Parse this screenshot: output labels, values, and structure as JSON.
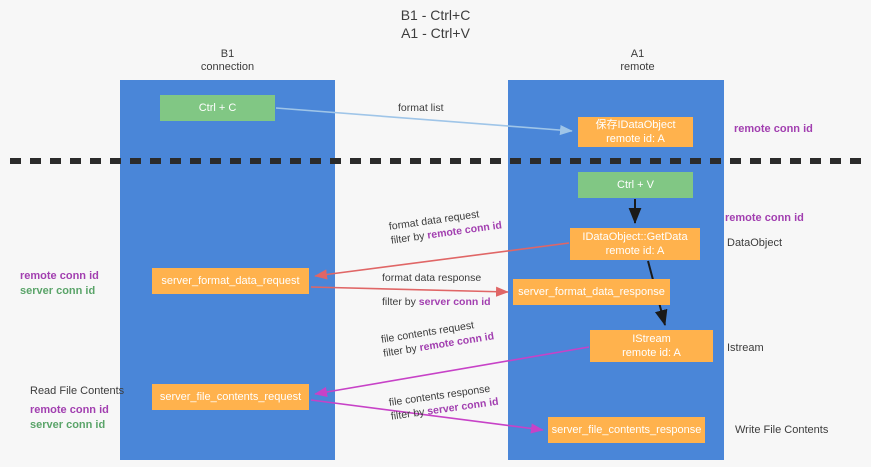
{
  "title": {
    "line1": "B1 - Ctrl+C",
    "line2": "A1 - Ctrl+V"
  },
  "columns": [
    {
      "id": "b1",
      "name": "B1",
      "role": "connection",
      "color": "#4a86d8"
    },
    {
      "id": "a1",
      "name": "A1",
      "role": "remote",
      "color": "#4a86d8"
    }
  ],
  "boxes": {
    "ctrl_c": {
      "label": "Ctrl + C",
      "color": "#81c784"
    },
    "save_idataobject": {
      "line1": "保存IDataObject",
      "line2": "remote id: A",
      "color": "#ffb24d"
    },
    "ctrl_v": {
      "label": "Ctrl + V",
      "color": "#81c784"
    },
    "getdata": {
      "line1": "IDataObject::GetData",
      "line2": "remote id: A",
      "color": "#ffb24d"
    },
    "server_format_data_request": {
      "label": "server_format_data_request",
      "color": "#ffb24d"
    },
    "server_format_data_response": {
      "label": "server_format_data_response",
      "color": "#ffb24d"
    },
    "istream": {
      "line1": "IStream",
      "line2": "remote id: A",
      "color": "#ffb24d"
    },
    "server_file_contents_request": {
      "label": "server_file_contents_request",
      "color": "#ffb24d"
    },
    "server_file_contents_response": {
      "label": "server_file_contents_response",
      "color": "#ffb24d"
    }
  },
  "edges": {
    "format_list": {
      "label": "format list",
      "color": "#9fc5e8"
    },
    "format_data_request": {
      "line1": "format data request",
      "filter_prefix": "filter by ",
      "filter_key": "remote conn id",
      "color": "#e06666"
    },
    "format_data_response": {
      "line1": "format data response",
      "filter_prefix": "filter by ",
      "filter_key": "server conn id",
      "color": "#e06666"
    },
    "file_contents_request": {
      "line1": "file contents request",
      "filter_prefix": "filter by ",
      "filter_key": "remote conn id",
      "color": "#c742c7"
    },
    "file_contents_response": {
      "line1": "file contents response",
      "filter_prefix": "filter by ",
      "filter_key": "server conn id",
      "color": "#c742c7"
    }
  },
  "annotations": {
    "remote_conn_id_top": "remote conn id",
    "remote_conn_id_mid": "remote conn id",
    "dataobject": "DataObject",
    "istream": "Istream",
    "write_file_contents": "Write File Contents",
    "read_file_contents": "Read File Contents",
    "left_remote_conn_id_1": "remote conn id",
    "left_server_conn_id_1": "server conn id",
    "left_remote_conn_id_2": "remote conn id",
    "left_server_conn_id_2": "server conn id"
  },
  "colors": {
    "column": "#4a86d8",
    "green_box": "#81c784",
    "orange_box": "#ffb24d",
    "purple_key": "#a23fb0",
    "green_key": "#5aa469",
    "red_arrow": "#e06666",
    "magenta_arrow": "#c742c7",
    "blue_arrow": "#9fc5e8",
    "black_arrow": "#1a1a1a",
    "divider": "#2b2b2b",
    "background": "#f7f7f7"
  }
}
